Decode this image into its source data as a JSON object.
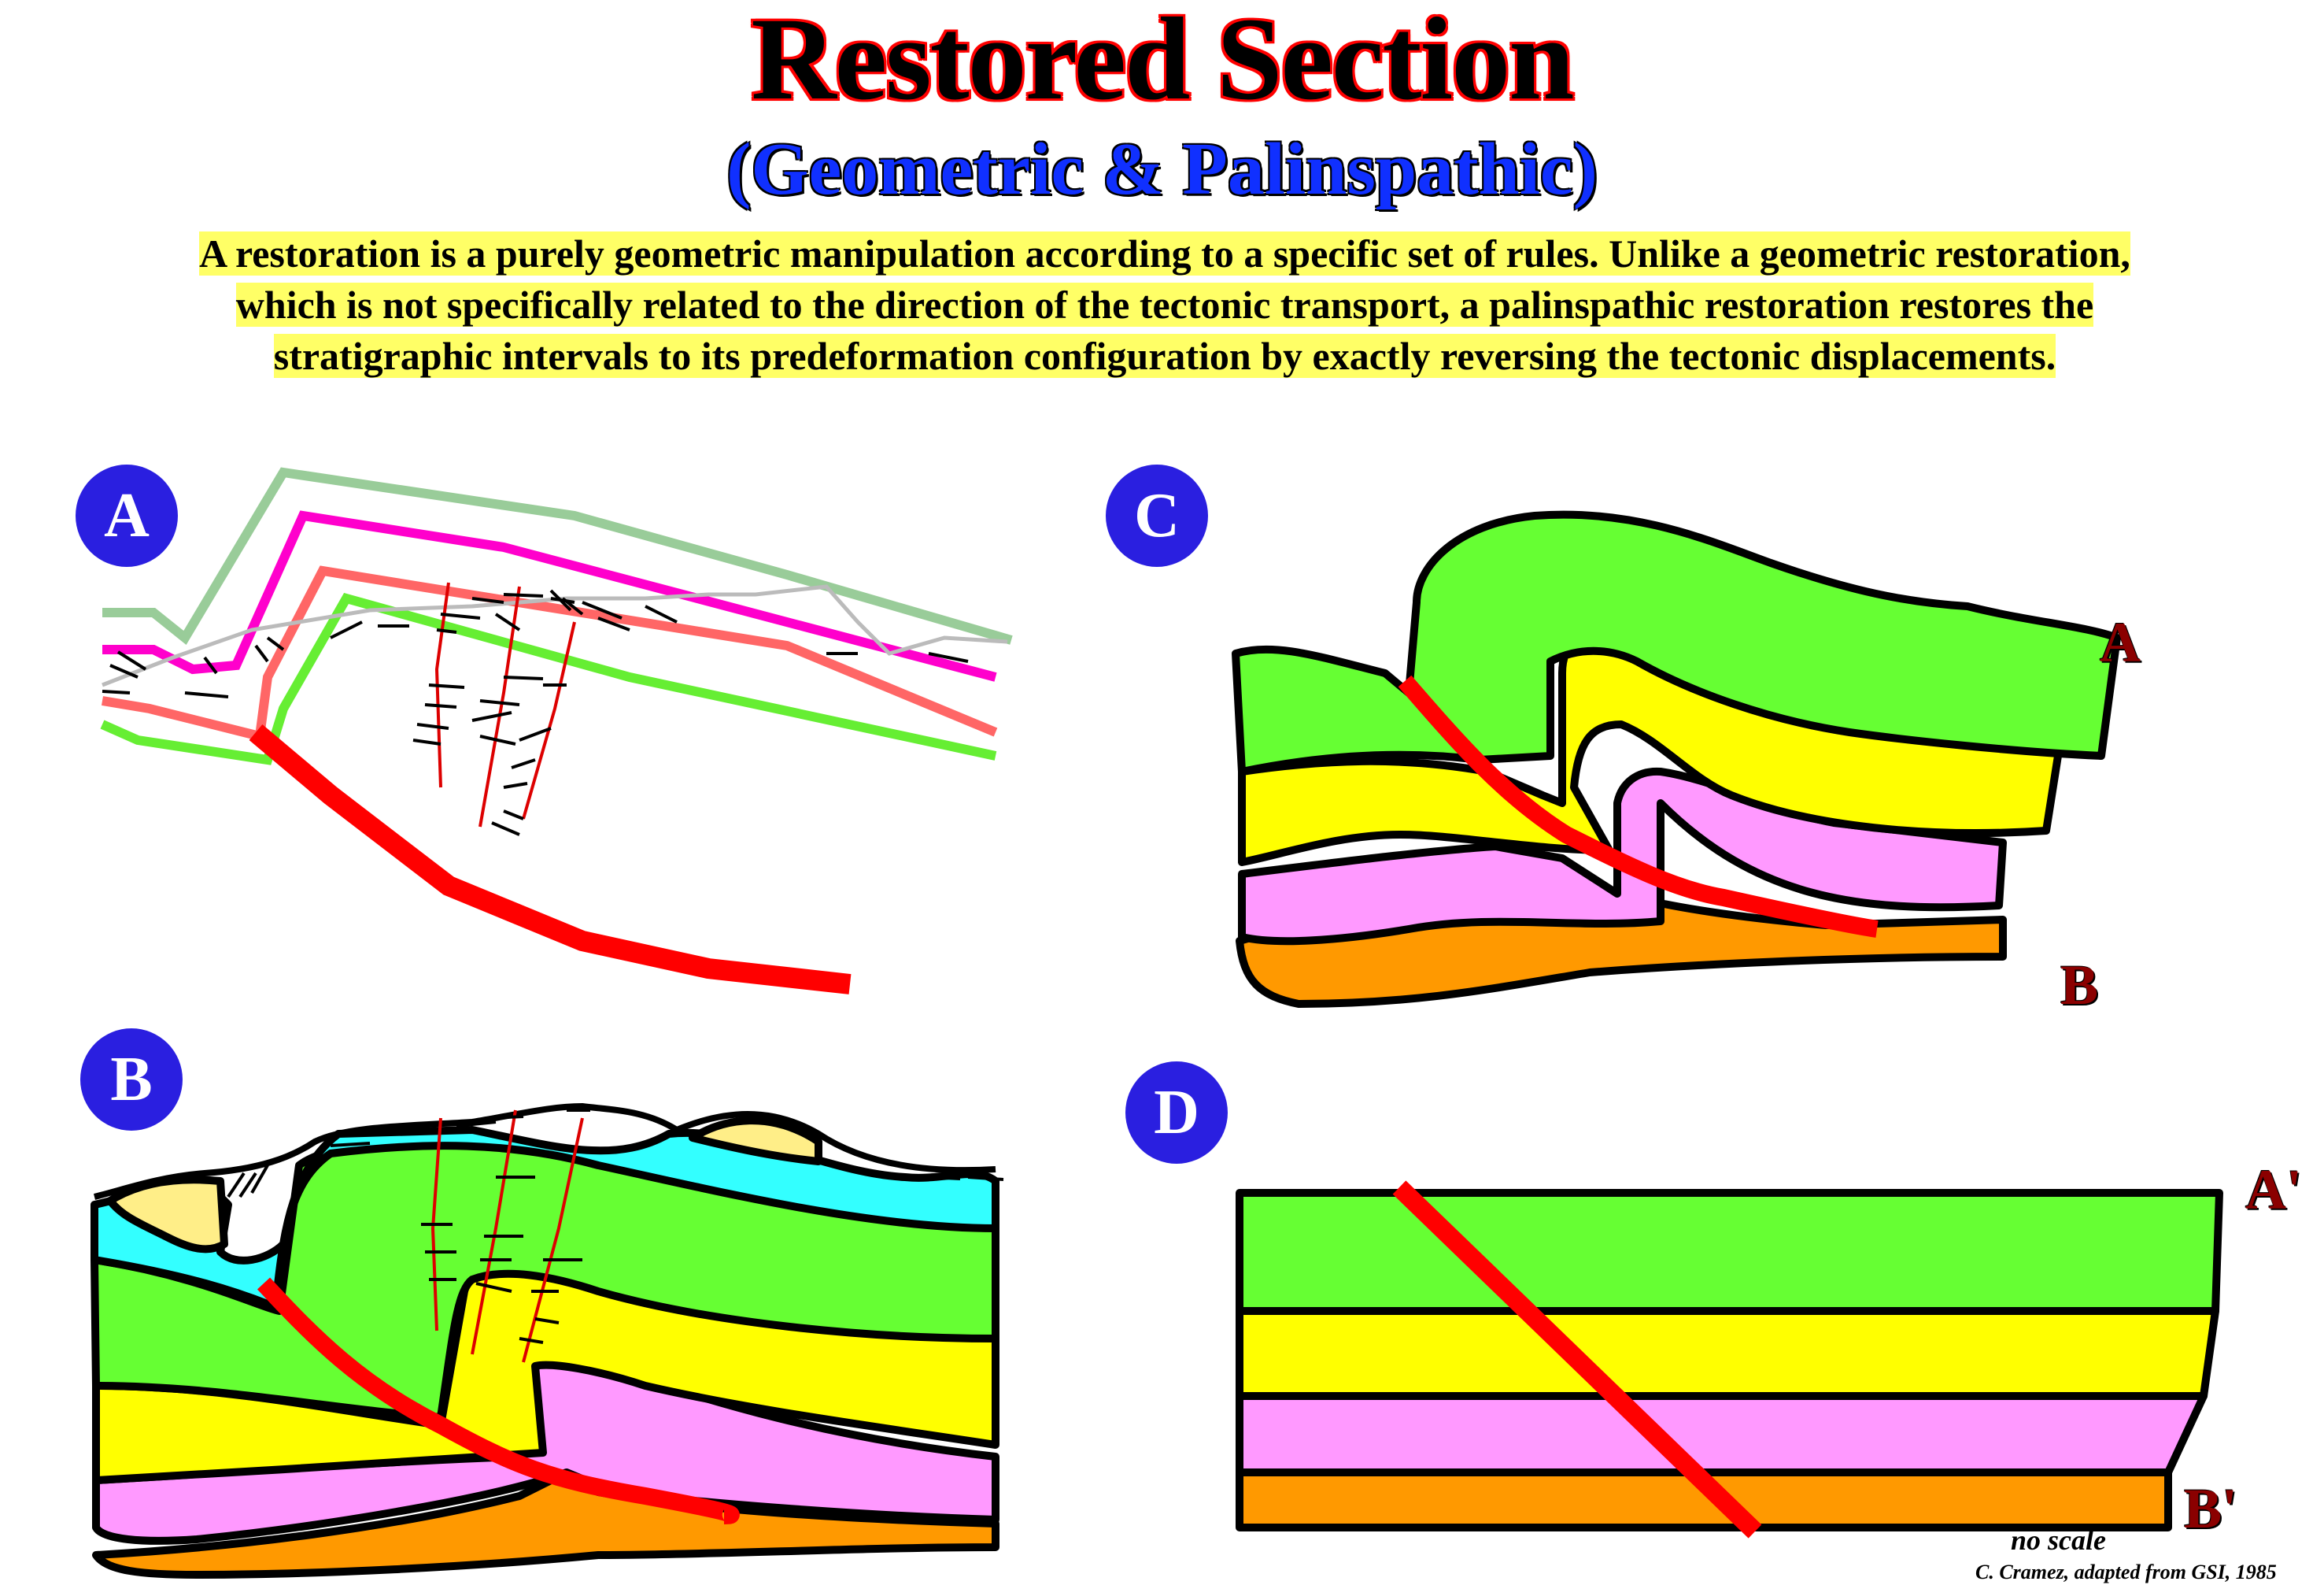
{
  "title": "Restored Section",
  "subtitle": "(Geometric & Palinspathic)",
  "description": "A restoration is a purely geometric manipulation according to a specific set of rules. Unlike a geometric restoration, which is not specifically related to the direction of the tectonic transport, a palinspathic restoration restores the stratigraphic intervals to its predeformation configuration by exactly reversing the tectonic displacements.",
  "panels": {
    "a": "A",
    "b": "B",
    "c": "C",
    "d": "D"
  },
  "points": {
    "c_top": "A",
    "c_bottom": "B",
    "d_top": "A'",
    "d_bottom": "B'"
  },
  "no_scale": "no scale",
  "credit": "C. Cramez, adapted from GSI, 1985",
  "colors": {
    "green_layer": "#66ff33",
    "yellow_layer": "#ffff00",
    "pink_layer": "#ff99ff",
    "orange_layer": "#ff9900",
    "cyan_layer": "#33ffff",
    "pale_yellow": "#ffee88",
    "fault": "#ff0000",
    "label_circle": "#2a1fe0"
  }
}
